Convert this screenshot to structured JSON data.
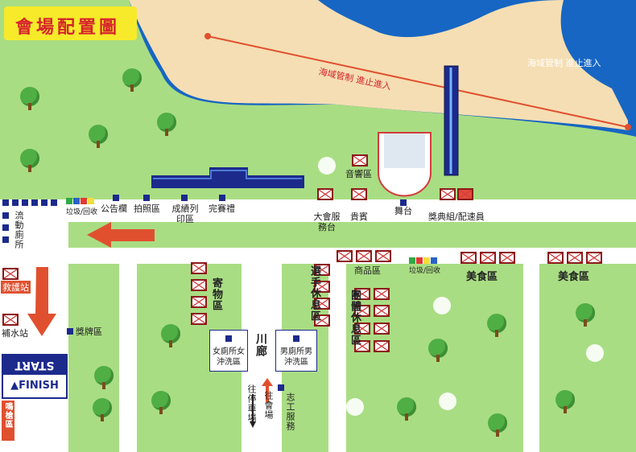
{
  "title": "會場配置圖",
  "sea_labels": {
    "beach": "海域管制 進止進入",
    "sea": "海域管制 進止進入"
  },
  "areas": {
    "sound": "音響區",
    "service_desk": "大會服務台",
    "vip": "貴賓",
    "stage": "舞台",
    "award": "獎典組/配速員",
    "recycle_top": "垃圾/回收",
    "notice_board": "公告欄",
    "photo_area": "拍照區",
    "results_print": "成績列印區",
    "finish_gift": "完賽禮",
    "mobile_toilet": "流動廁所",
    "first_aid": "救護站",
    "water_station": "補水站",
    "medal_area": "獎牌區",
    "start": "START",
    "finish": "FINISH",
    "gun_area": "鳴槍區",
    "storage": "寄物區",
    "athlete_rest": "選手休息區",
    "group_rest": "團體休息區",
    "shop": "商品區",
    "recycle_bottom": "垃圾/回收",
    "food1": "美食區",
    "food2": "美食區",
    "female_toilet": "女廁所女沖洗區",
    "male_toilet": "男廁所男沖洗區",
    "corridor": "川廊",
    "to_venue": "往會場",
    "to_parking": "往停車場",
    "volunteer": "志工服務"
  },
  "colors": {
    "sea": "#1766c3",
    "sand": "#f5deb3",
    "grass": "#a9dd83",
    "road": "#ffffff",
    "arrow": "#e0502f",
    "tent_border": "#8b1a1a",
    "booth": "#1c2a8c",
    "title_bg": "#f7ea2a"
  },
  "icons": [
    "tree-icon",
    "cloud-icon",
    "tent-icon",
    "booth-square-icon",
    "arrow-icon"
  ]
}
